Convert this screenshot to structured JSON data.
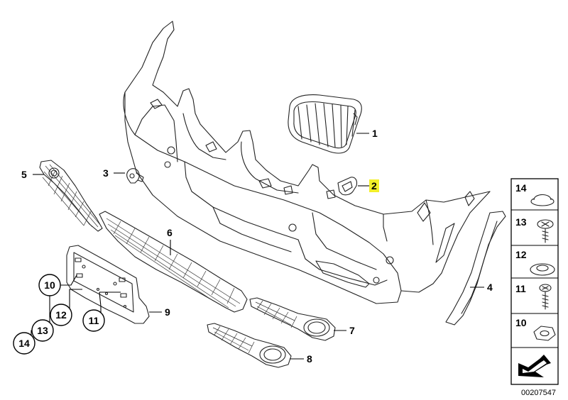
{
  "callouts": {
    "c1": "1",
    "c2": "2",
    "c3": "3",
    "c4": "4",
    "c5": "5",
    "c6": "6",
    "c7": "7",
    "c8": "8",
    "c9": "9",
    "c10": "10",
    "c11a": "11",
    "c12a": "12",
    "c13a": "13",
    "c14a": "14"
  },
  "side_panel": {
    "items": [
      "14",
      "13",
      "12",
      "11",
      "10"
    ]
  },
  "catalog_number": "00207547",
  "colors": {
    "highlight": "#f2ef2a",
    "line": "#222222"
  }
}
